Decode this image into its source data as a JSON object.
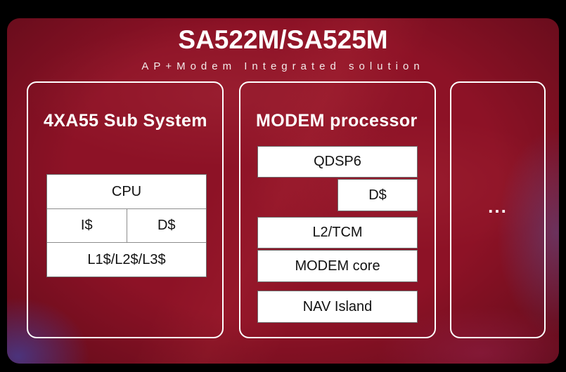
{
  "header": {
    "title": "SA522M/SA525M",
    "subtitle": "AP+Modem Integrated solution"
  },
  "ap_subsystem": {
    "heading": "4XA55 Sub System",
    "cpu": "CPU",
    "i_cache": "I$",
    "d_cache": "D$",
    "l_caches": "L1$/L2$/L3$"
  },
  "modem_processor": {
    "heading": "MODEM processor",
    "qdsp6": "QDSP6",
    "d_cache": "D$",
    "l2_tcm": "L2/TCM",
    "modem_core": "MODEM core",
    "nav_island": "NAV Island"
  },
  "more_panel": {
    "ellipsis": "..."
  },
  "colors": {
    "page_background": "#000000",
    "slide_background": "#8D1226",
    "panel_border": "#FFFFFF",
    "box_fill": "#FFFFFF",
    "box_border": "#6D6D6D",
    "box_text": "#111111",
    "title_text": "#FFFFFF",
    "accent_glow_blue": "#3C64DC"
  }
}
